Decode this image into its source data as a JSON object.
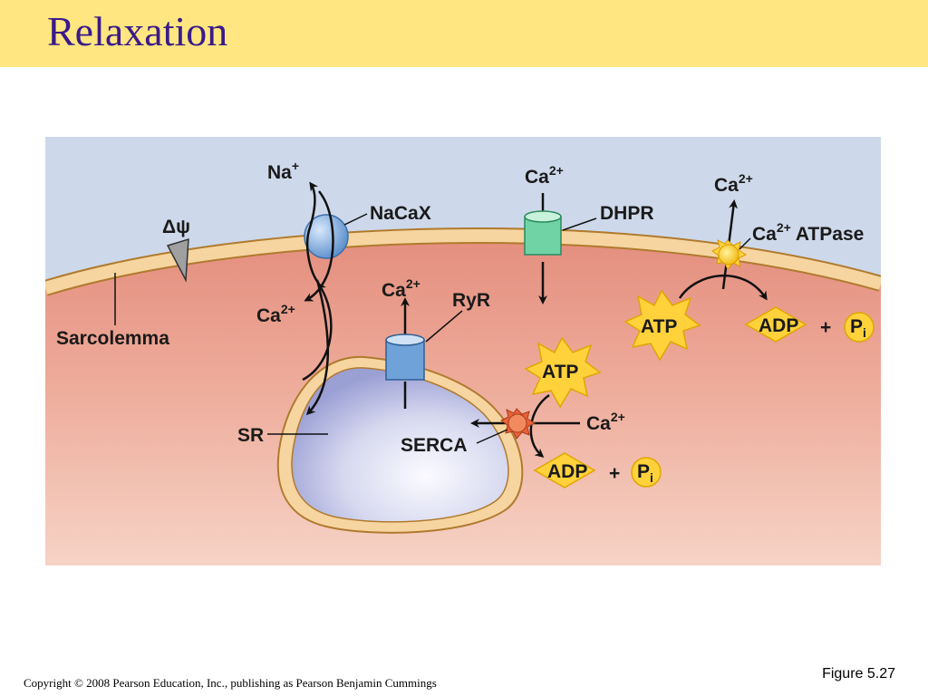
{
  "slide": {
    "title": "Relaxation",
    "figure_label": "Figure 5.27",
    "copyright": "Copyright © 2008 Pearson Education, Inc., publishing as Pearson Benjamin Cummings"
  },
  "diagram": {
    "labels": {
      "na": "Na",
      "na_charge": "+",
      "ca": "Ca",
      "ca_charge": "2+",
      "nacax": "NaCaX",
      "dhpr": "DHPR",
      "atpase": "ATPase",
      "ryr": "RyR",
      "sarcolemma": "Sarcolemma",
      "delta_psi": "Δψ",
      "sr": "SR",
      "serca": "SERCA",
      "atp": "ATP",
      "adp": "ADP",
      "plus": "+",
      "p": "P",
      "p_sub": "i"
    },
    "colors": {
      "extracellular": "#cdd9ea",
      "cytoplasm_top": "#e8998a",
      "cytoplasm_bottom": "#f6d2c4",
      "membrane": "#f6d5a0",
      "membrane_edge": "#b07a2e",
      "sr_lumen": "#b9bce0",
      "nacax": "#7fa8d9",
      "dhpr": "#6fd3a6",
      "ryr": "#6ea2d8",
      "atpase": "#ffd23c",
      "serca": "#e8623a",
      "atp_star": "#ffd23c",
      "adp_diamond": "#ffd23c"
    }
  }
}
